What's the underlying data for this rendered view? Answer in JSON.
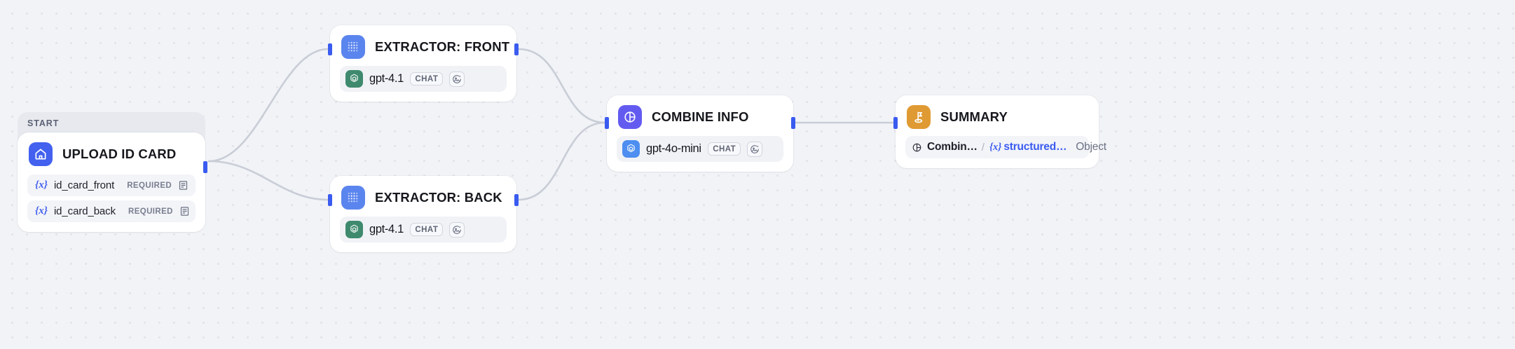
{
  "canvas": {
    "background_color": "#f1f3f7",
    "dot_color": "#e2e4ea",
    "edge_color": "#c9cdd6",
    "port_color": "#3a5bf0"
  },
  "start_group": {
    "label": "START"
  },
  "nodes": [
    {
      "id": "upload-id-card",
      "title": "UPLOAD ID CARD",
      "icon": "home-icon",
      "icon_color": "#4361ee",
      "fields": [
        {
          "var_glyph": "{x}",
          "name": "id_card_front",
          "requirement": "REQUIRED",
          "type_icon": "document-icon"
        },
        {
          "var_glyph": "{x}",
          "name": "id_card_back",
          "requirement": "REQUIRED",
          "type_icon": "document-icon"
        }
      ]
    },
    {
      "id": "extractor-front",
      "title": "EXTRACTOR: FRONT",
      "icon": "dotted-grid-icon",
      "icon_color": "#5b85ee",
      "model": {
        "logo": "openai-logo",
        "logo_color": "#3f8a6e",
        "name": "gpt-4.1",
        "badge": "CHAT",
        "capability_icon": "image-sparkle-icon"
      }
    },
    {
      "id": "extractor-back",
      "title": "EXTRACTOR: BACK",
      "icon": "dotted-grid-icon",
      "icon_color": "#5b85ee",
      "model": {
        "logo": "openai-logo",
        "logo_color": "#3f8a6e",
        "name": "gpt-4.1",
        "badge": "CHAT",
        "capability_icon": "image-sparkle-icon"
      }
    },
    {
      "id": "combine-info",
      "title": "COMBINE INFO",
      "icon": "combine-circle-icon",
      "icon_color": "#635bf0",
      "model": {
        "logo": "openai-logo",
        "logo_color": "#4d8ef0",
        "name": "gpt-4o-mini",
        "badge": "CHAT",
        "capability_icon": "image-sparkle-icon"
      }
    },
    {
      "id": "summary",
      "title": "SUMMARY",
      "icon": "golf-flag-icon",
      "icon_color": "#e09a33",
      "output": {
        "source_icon": "combine-circle-icon",
        "source": "Combin…",
        "separator": "/",
        "var_glyph": "{x}",
        "variable": "structured…",
        "kind": "Object"
      }
    }
  ],
  "edges": [
    {
      "from": "upload-id-card",
      "to": "extractor-front"
    },
    {
      "from": "upload-id-card",
      "to": "extractor-back"
    },
    {
      "from": "extractor-front",
      "to": "combine-info"
    },
    {
      "from": "extractor-back",
      "to": "combine-info"
    },
    {
      "from": "combine-info",
      "to": "summary"
    }
  ]
}
